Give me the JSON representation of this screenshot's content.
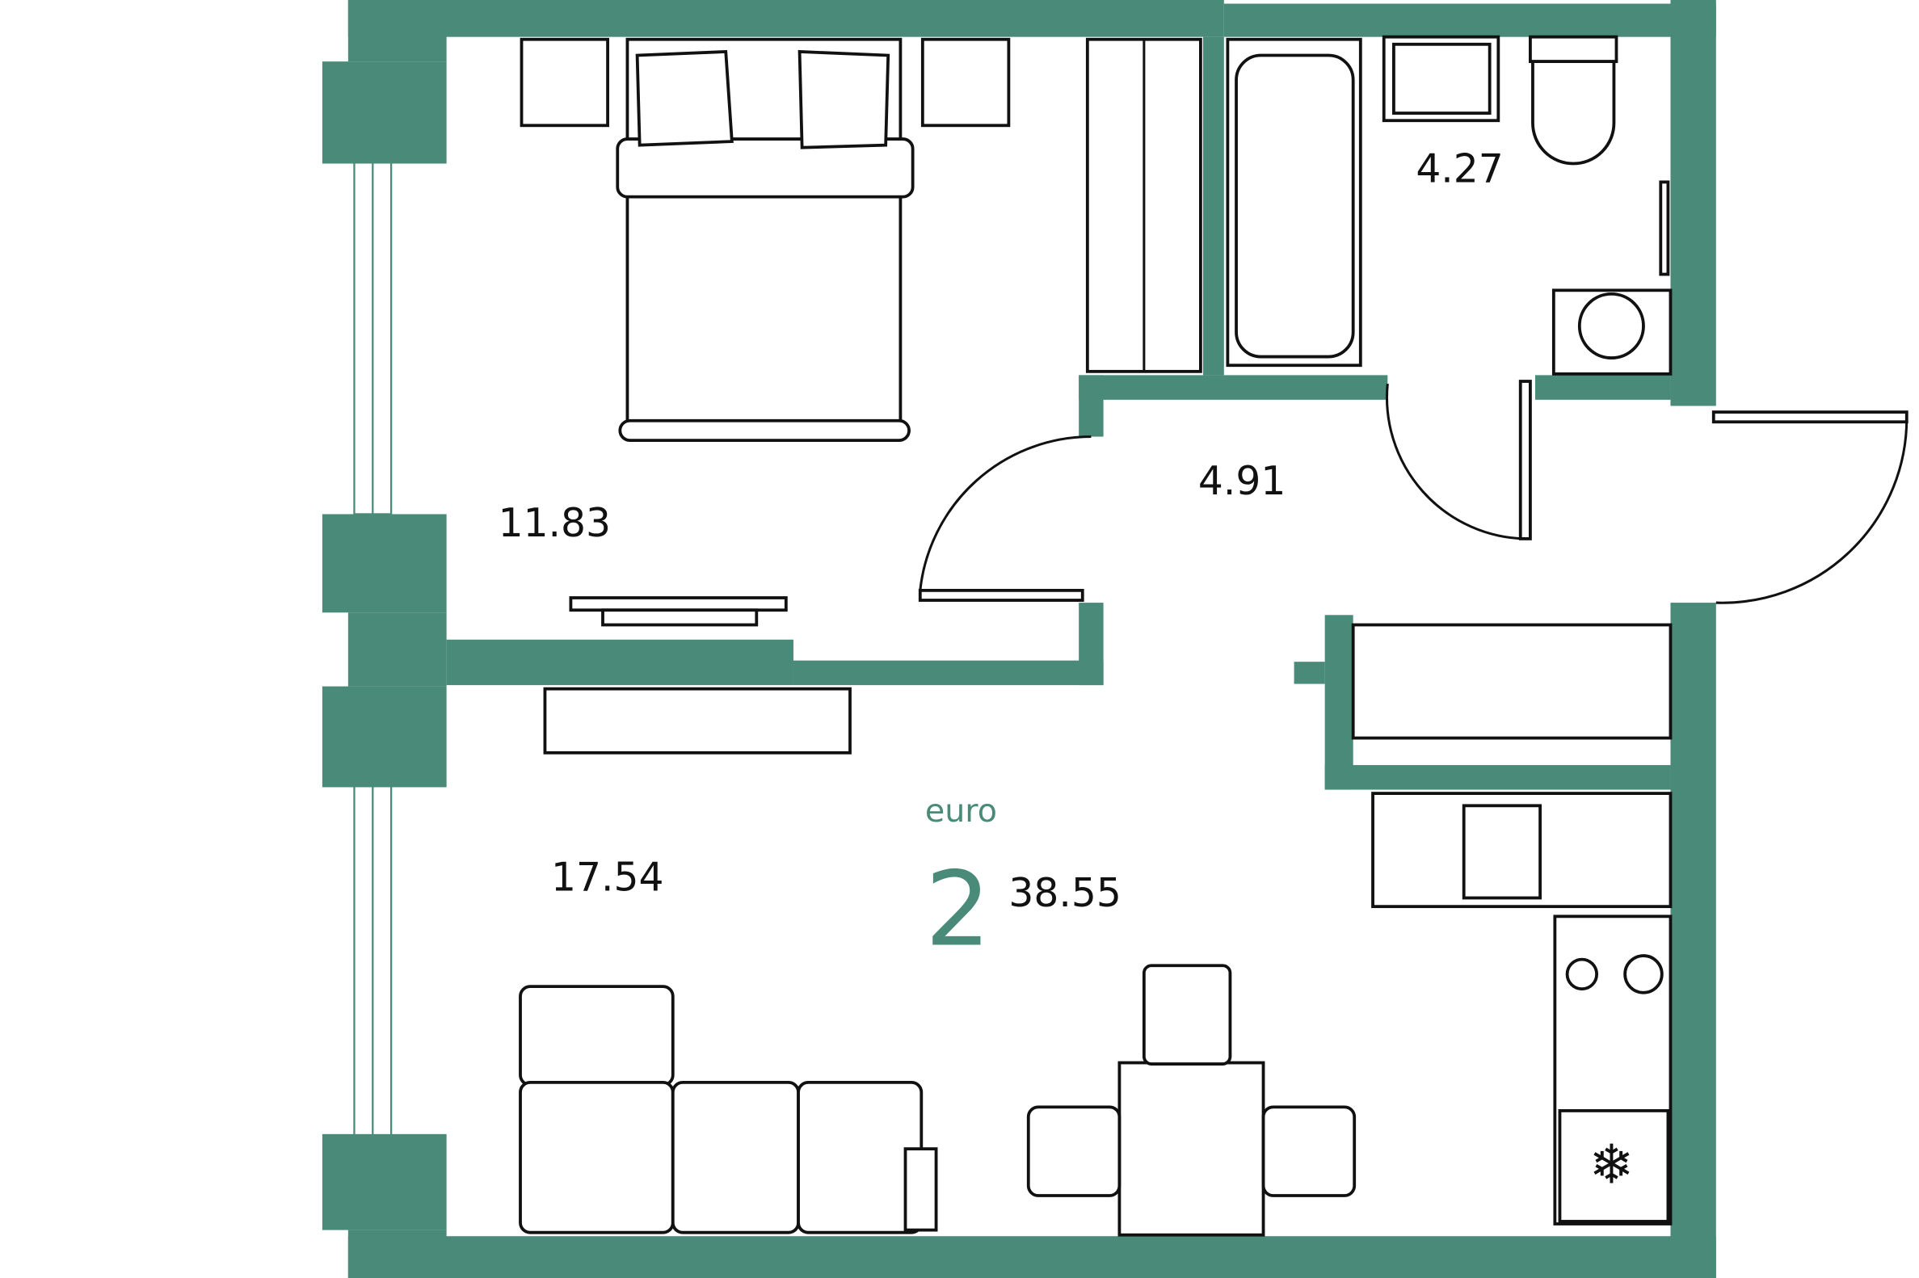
{
  "plan": {
    "rooms": {
      "bedroom_area": "11.83",
      "hall_area": "4.91",
      "bathroom_area": "4.27",
      "living_area": "17.54"
    },
    "summary": {
      "type_label": "euro",
      "rooms_count": "2",
      "total_area": "38.55"
    },
    "colors": {
      "wall": "#4a8a78",
      "line": "#111111"
    }
  }
}
